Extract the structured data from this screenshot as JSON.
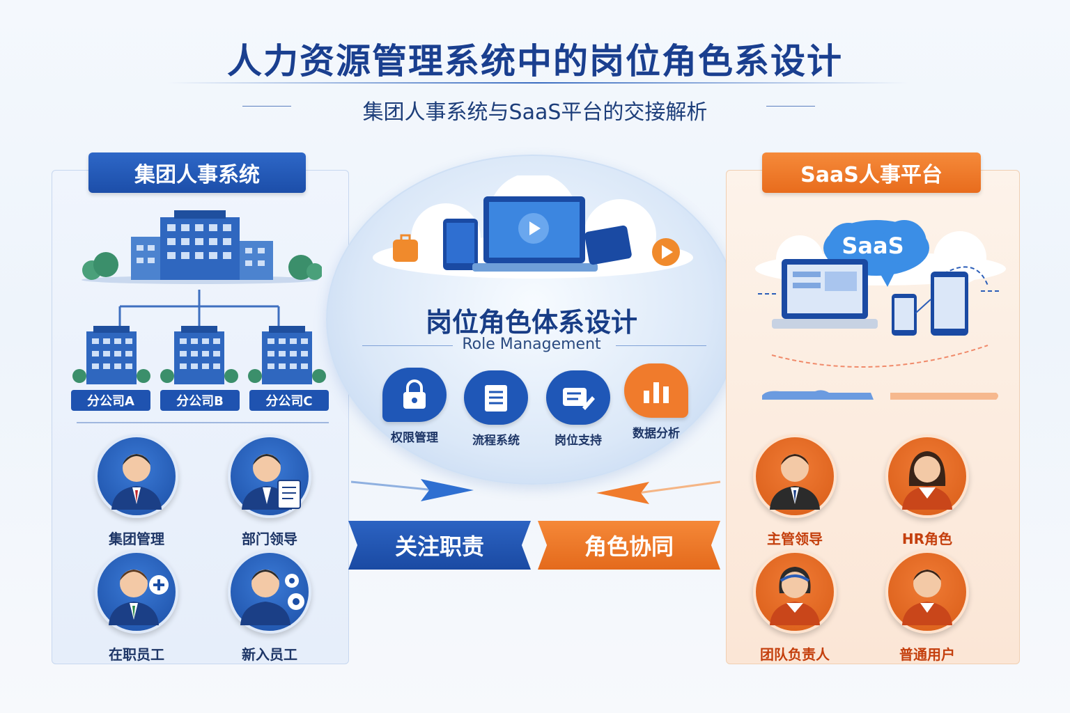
{
  "header": {
    "title": "人力资源管理系统中的岗位角色系设计",
    "subtitle": "集团人事系统与SaaS平台的交接解析"
  },
  "left_panel": {
    "title": "集团人事系统",
    "branches": [
      "分公司A",
      "分公司B",
      "分公司C"
    ],
    "roles": [
      "集团管理",
      "部门领导",
      "在职员工",
      "新入员工"
    ]
  },
  "center": {
    "title": "岗位角色体系设计",
    "subtitle": "Role Management",
    "features": [
      "权限管理",
      "流程系统",
      "岗位支持",
      "数据分析"
    ],
    "ribbon_left": "关注职责",
    "ribbon_right": "角色协同"
  },
  "right_panel": {
    "title": "SaaS人事平台",
    "cloud_label": "SaaS",
    "roles": [
      "主管领导",
      "HR角色",
      "团队负责人",
      "普通用户"
    ]
  },
  "colors": {
    "primary_blue": "#1c4ea9",
    "primary_orange": "#e86c1d",
    "title_navy": "#1a3f8f"
  }
}
